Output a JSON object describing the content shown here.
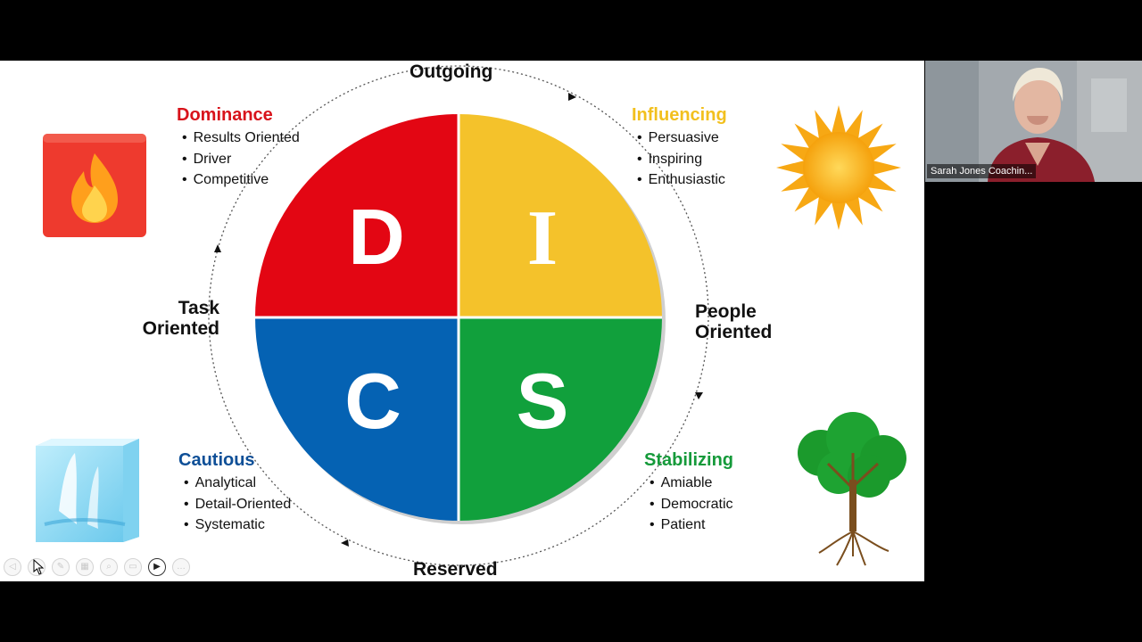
{
  "slide": {
    "axes": {
      "top": "Outgoing",
      "bottom": "Reserved",
      "left_line1": "Task",
      "left_line2": "Oriented",
      "right_line1": "People",
      "right_line2": "Oriented"
    },
    "quadrants": [
      {
        "letter": "D",
        "color": "#e30613",
        "title": "Dominance",
        "title_color": "#d8131b",
        "traits": [
          "Results Oriented",
          "Driver",
          "Competitive"
        ],
        "icon": "fire-icon"
      },
      {
        "letter": "I",
        "color": "#f4c22b",
        "title": "Influencing",
        "title_color": "#f2c01e",
        "traits": [
          "Persuasive",
          "Inspiring",
          "Enthusiastic"
        ],
        "icon": "sun-icon"
      },
      {
        "letter": "S",
        "color": "#11a03c",
        "title": "Stabilizing",
        "title_color": "#159a3a",
        "traits": [
          "Amiable",
          "Democratic",
          "Patient"
        ],
        "icon": "tree-icon"
      },
      {
        "letter": "C",
        "color": "#0562b3",
        "title": "Cautious",
        "title_color": "#0e4f97",
        "traits": [
          "Analytical",
          "Detail-Oriented",
          "Systematic"
        ],
        "icon": "ice-cube-icon"
      }
    ]
  },
  "toolbar": {
    "buttons": [
      {
        "name": "previous-slide-icon",
        "glyph": "◁"
      },
      {
        "name": "pointer-tool-icon",
        "glyph": "↖"
      },
      {
        "name": "pen-tool-icon",
        "glyph": "✎"
      },
      {
        "name": "slides-grid-icon",
        "glyph": "▦"
      },
      {
        "name": "zoom-icon",
        "glyph": "⌕"
      },
      {
        "name": "subtitles-icon",
        "glyph": "▭"
      },
      {
        "name": "camera-icon",
        "glyph": "▶"
      },
      {
        "name": "more-options-icon",
        "glyph": "…"
      }
    ]
  },
  "participant": {
    "name": "Sarah Jones Coachin..."
  }
}
